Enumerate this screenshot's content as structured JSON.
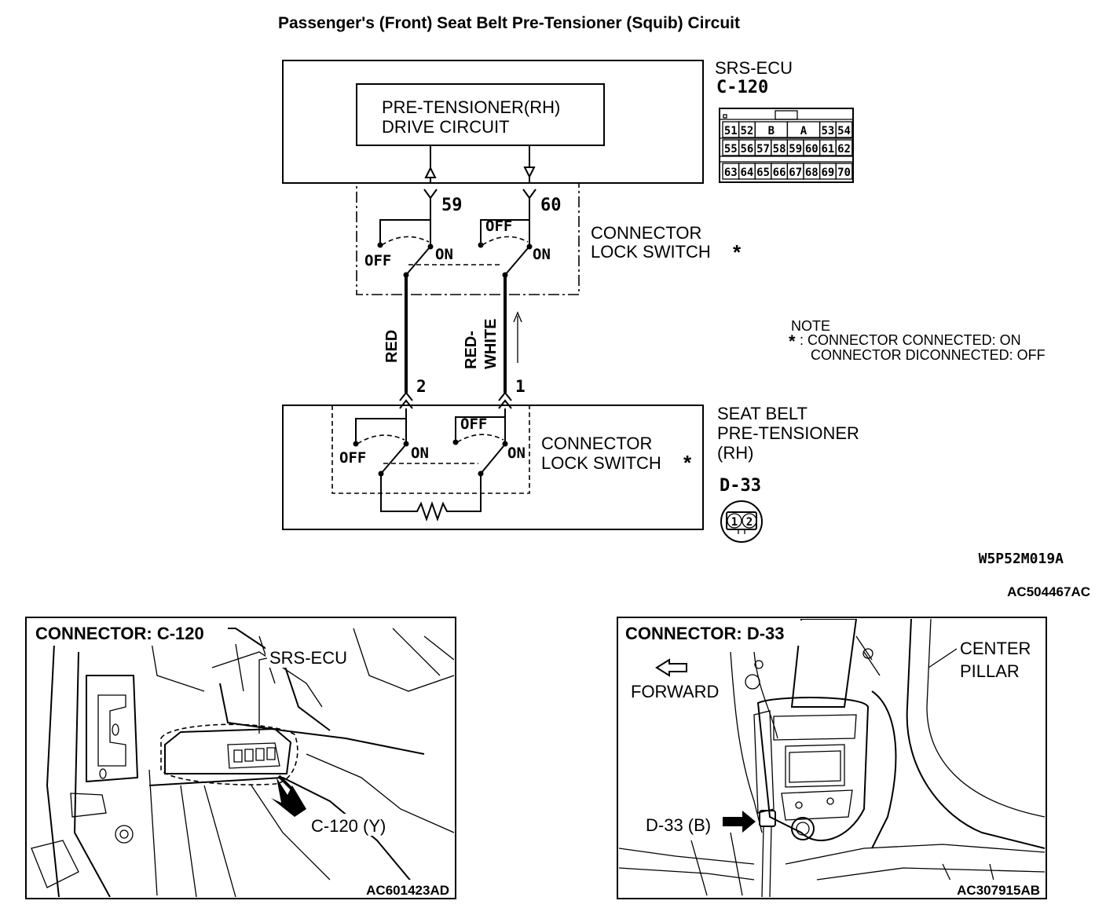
{
  "title": "Passenger's (Front) Seat Belt Pre-Tensioner (Squib) Circuit",
  "ecu": {
    "name": "SRS-ECU",
    "connector": "C-120",
    "drive_circuit_line1": "PRE-TENSIONER(RH)",
    "drive_circuit_line2": "DRIVE CIRCUIT",
    "terminal_a": "59",
    "terminal_b": "60",
    "connector_pins": {
      "top_row": [
        "51",
        "52",
        "B",
        "A",
        "53",
        "54"
      ],
      "middle_row": [
        "55",
        "56",
        "57",
        "58",
        "59",
        "60",
        "61",
        "62"
      ],
      "bottom_row": [
        "63",
        "64",
        "65",
        "66",
        "67",
        "68",
        "69",
        "70"
      ]
    }
  },
  "switch_labels": {
    "off": "OFF",
    "on": "ON",
    "connector_lock_line1": "CONNECTOR",
    "connector_lock_line2": "LOCK SWITCH",
    "asterisk": "*"
  },
  "wires": {
    "left_color": "RED",
    "right_color_line1": "RED-",
    "right_color_line2": "WHITE",
    "left_pin": "2",
    "right_pin": "1"
  },
  "note": {
    "heading": "NOTE",
    "asterisk": "*",
    "line1": ": CONNECTOR CONNECTED: ON",
    "line2": "CONNECTOR DICONNECTED: OFF"
  },
  "pretensioner": {
    "line1": "SEAT BELT",
    "line2": "PRE-TENSIONER",
    "line3": "(RH)",
    "connector": "D-33",
    "pin1": "1",
    "pin2": "2"
  },
  "codes": {
    "diagram_code": "W5P52M019A",
    "ref_code": "AC504467AC"
  },
  "panel_left": {
    "heading": "CONNECTOR: C-120",
    "ecu_label": "SRS-ECU",
    "connector_label": "C-120 (Y)",
    "code": "AC601423AD"
  },
  "panel_right": {
    "heading": "CONNECTOR: D-33",
    "forward_label": "FORWARD",
    "pillar_line1": "CENTER",
    "pillar_line2": "PILLAR",
    "connector_label": "D-33 (B)",
    "code": "AC307915AB"
  }
}
